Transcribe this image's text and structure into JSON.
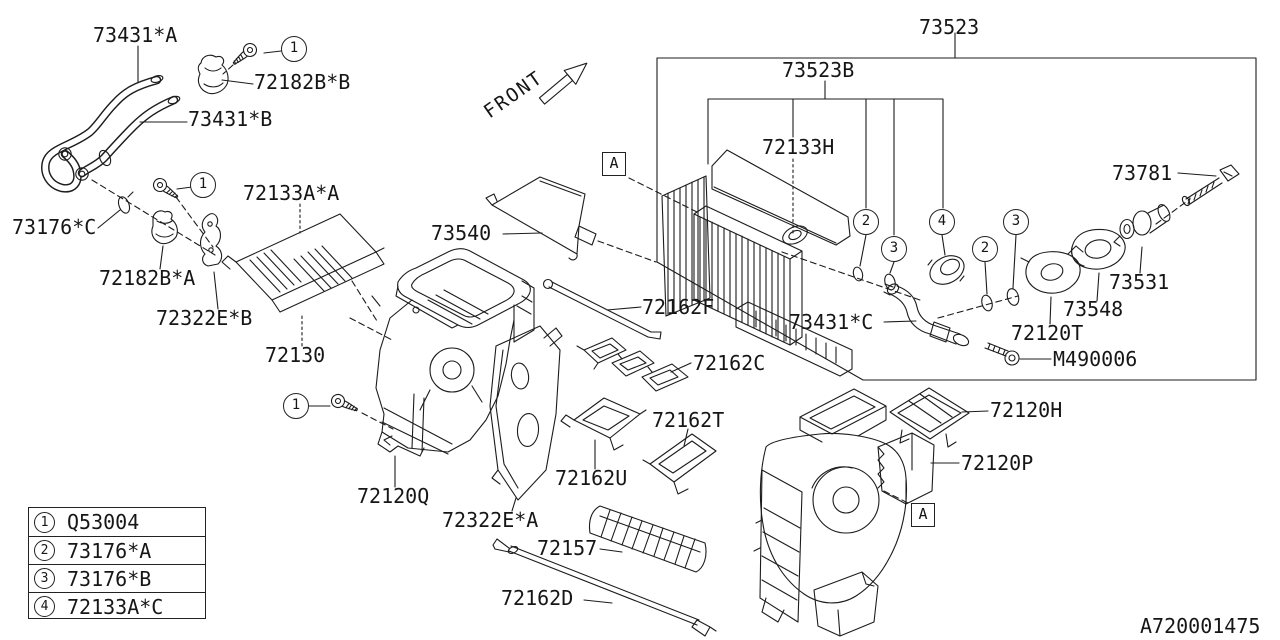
{
  "diagram": {
    "front_label": "FRONT",
    "drawing_number": "A720001475",
    "detail_marker": "A"
  },
  "part_labels": [
    "73431*A",
    "72182B*B",
    "73431*B",
    "73176*C",
    "72182B*A",
    "72322E*B",
    "72133A*A",
    "72130",
    "73540",
    "72120Q",
    "72322E*A",
    "72157",
    "72162D",
    "72162U",
    "72162T",
    "72162C",
    "72162F",
    "73431*C",
    "73523",
    "73523B",
    "72133H",
    "73781",
    "73531",
    "73548",
    "72120T",
    "M490006",
    "72120H",
    "72120P"
  ],
  "callouts": {
    "c1": "1",
    "c2": "2",
    "c3": "3",
    "c4": "4"
  },
  "legend": {
    "rows": [
      {
        "num": "1",
        "part": "Q53004"
      },
      {
        "num": "2",
        "part": "73176*A"
      },
      {
        "num": "3",
        "part": "73176*B"
      },
      {
        "num": "4",
        "part": "72133A*C"
      }
    ]
  }
}
